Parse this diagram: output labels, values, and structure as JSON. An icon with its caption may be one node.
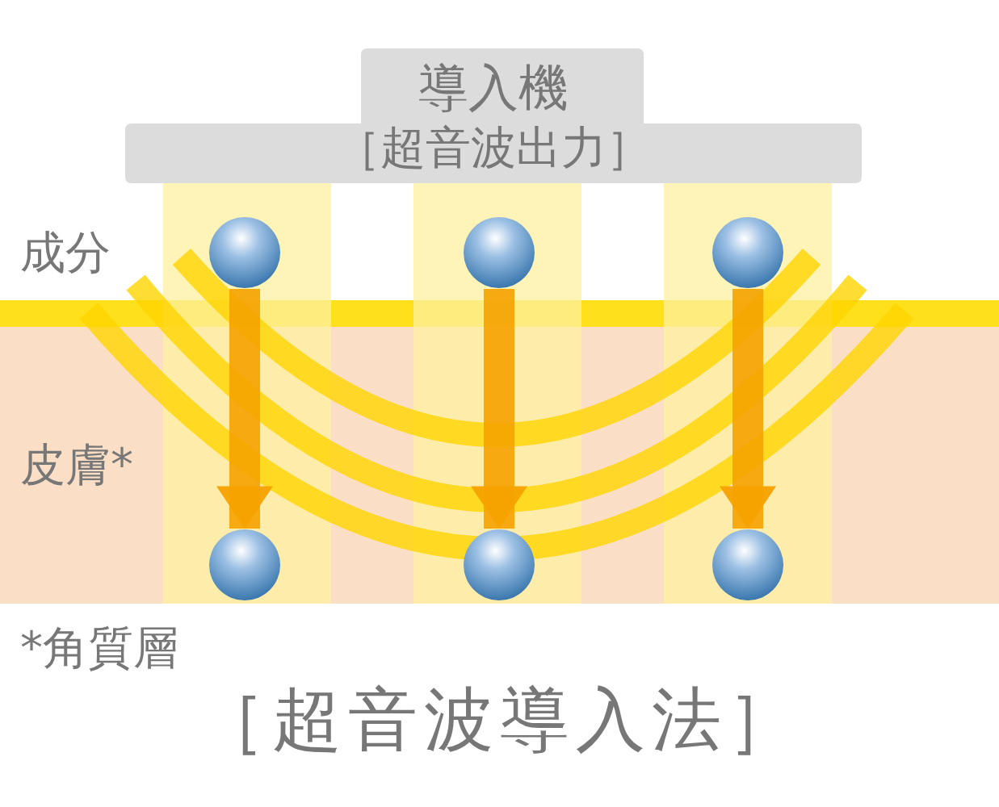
{
  "diagram": {
    "title": "［超音波導入法］",
    "nodes": [
      {
        "text": [
          "導入機",
          "［超音波出力］"
        ]
      },
      {
        "text": [],
        "shape": "circle"
      },
      {
        "text": [],
        "shape": "circle"
      },
      {
        "text": [],
        "shape": "circle"
      },
      {
        "text": [],
        "shape": "circle"
      },
      {
        "text": [],
        "shape": "circle"
      },
      {
        "text": [],
        "shape": "circle"
      }
    ],
    "edges": [
      {
        "from": 1,
        "to": 4,
        "arrow": "to"
      },
      {
        "from": 2,
        "to": 5,
        "arrow": "to"
      },
      {
        "from": 3,
        "to": 6,
        "arrow": "to"
      }
    ],
    "labels": [
      "成分",
      "皮膚*",
      "*角質層"
    ]
  }
}
